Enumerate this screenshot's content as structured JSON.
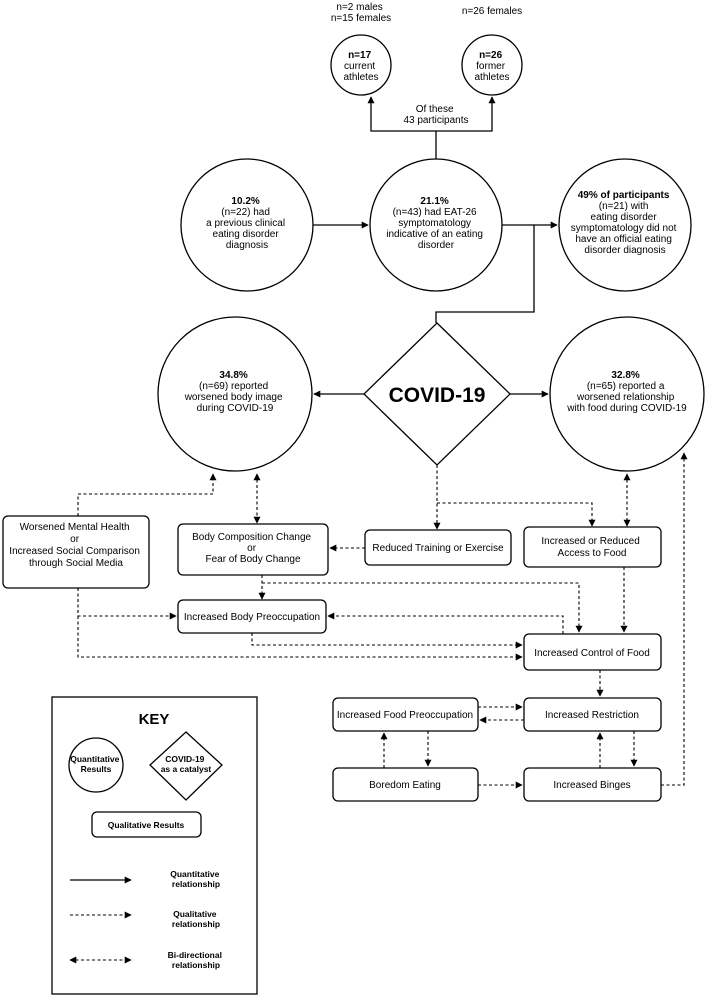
{
  "top_labels": {
    "current_group": [
      "n=2 males",
      "n=15 females"
    ],
    "former_group": [
      "n=26 females"
    ]
  },
  "circles": {
    "current": [
      "n=17",
      "current",
      "athletes"
    ],
    "former": [
      "n=26",
      "former",
      "athletes"
    ],
    "of_these": [
      "Of these",
      "43 participants"
    ],
    "clinical": [
      "10.2%",
      "(n=22) had",
      "a previous clinical",
      "eating disorder",
      "diagnosis"
    ],
    "eat26": [
      "21.1%",
      "(n=43) had EAT-26",
      "symptomatology",
      "indicative of an eating",
      "disorder"
    ],
    "no_diagnosis": [
      "49% of participants",
      "(n=21) with",
      "eating disorder",
      "symptomatology did not",
      "have an official eating",
      "disorder diagnosis"
    ],
    "body_image": [
      "34.8%",
      "(n=69) reported",
      "worsened body image",
      "during COVID-19"
    ],
    "food_relationship": [
      "32.8%",
      "(n=65) reported a",
      "worsened relationship",
      "with food during COVID-19"
    ]
  },
  "covid": "COVID-19",
  "boxes": {
    "mental_health": [
      "Worsened Mental Health",
      "or",
      "Increased Social Comparison",
      "through Social Media"
    ],
    "body_composition": [
      "Body Composition Change",
      "or",
      "Fear of Body Change"
    ],
    "reduced_training": "Reduced Training or Exercise",
    "access_food": [
      "Increased or Reduced",
      "Access to Food"
    ],
    "body_preoccupation": "Increased Body Preoccupation",
    "control_food": "Increased Control of Food",
    "food_preoccupation": "Increased Food Preoccupation",
    "restriction": "Increased Restriction",
    "boredom_eating": "Boredom Eating",
    "binges": "Increased Binges"
  },
  "key": {
    "title": "KEY",
    "quantitative_results": [
      "Quantitative",
      "Results"
    ],
    "catalyst": [
      "COVID-19",
      "as a catalyst"
    ],
    "qualitative_results": "Qualitative Results",
    "quantitative_relationship": [
      "Quantitative",
      "relationship"
    ],
    "qualitative_relationship": [
      "Qualitative",
      "relationship"
    ],
    "bidirectional_relationship": [
      "Bi-directional",
      "relationship"
    ]
  }
}
